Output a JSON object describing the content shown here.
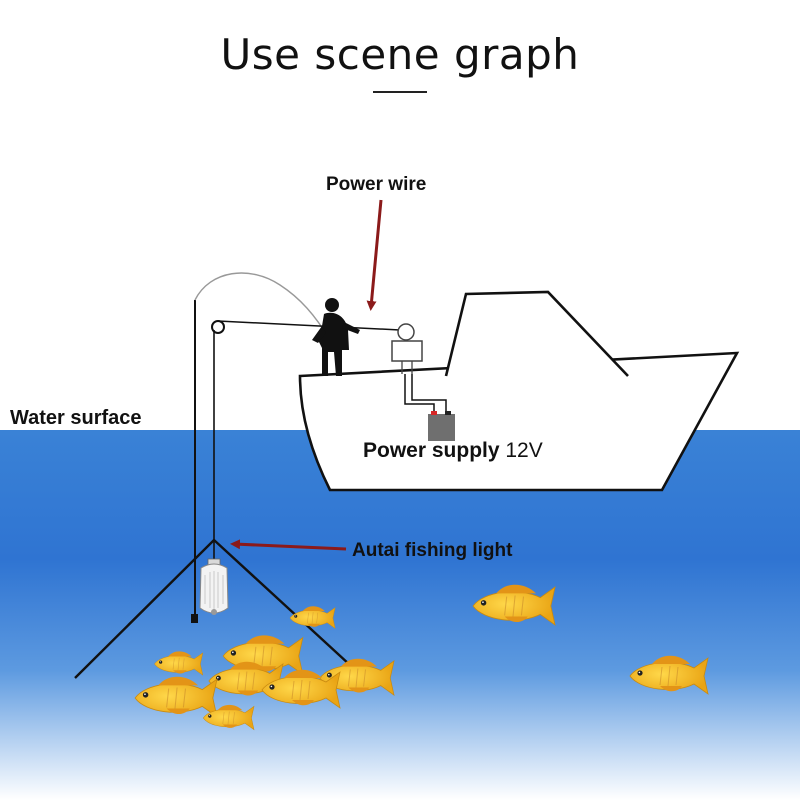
{
  "title": "Use scene graph",
  "labels": {
    "power_wire": "Power wire",
    "water_surface": "Water surface",
    "power_supply": "Power supply",
    "power_supply_voltage": "12V",
    "fishing_light": "Autai fishing light"
  },
  "colors": {
    "arrow": "#8b1a1a",
    "water_top": "#3f86d9",
    "water_deep": "#2b6fd0",
    "water_bottom": "#ffffff",
    "fish_body": "#f2b720",
    "fish_fin": "#e08a12"
  }
}
